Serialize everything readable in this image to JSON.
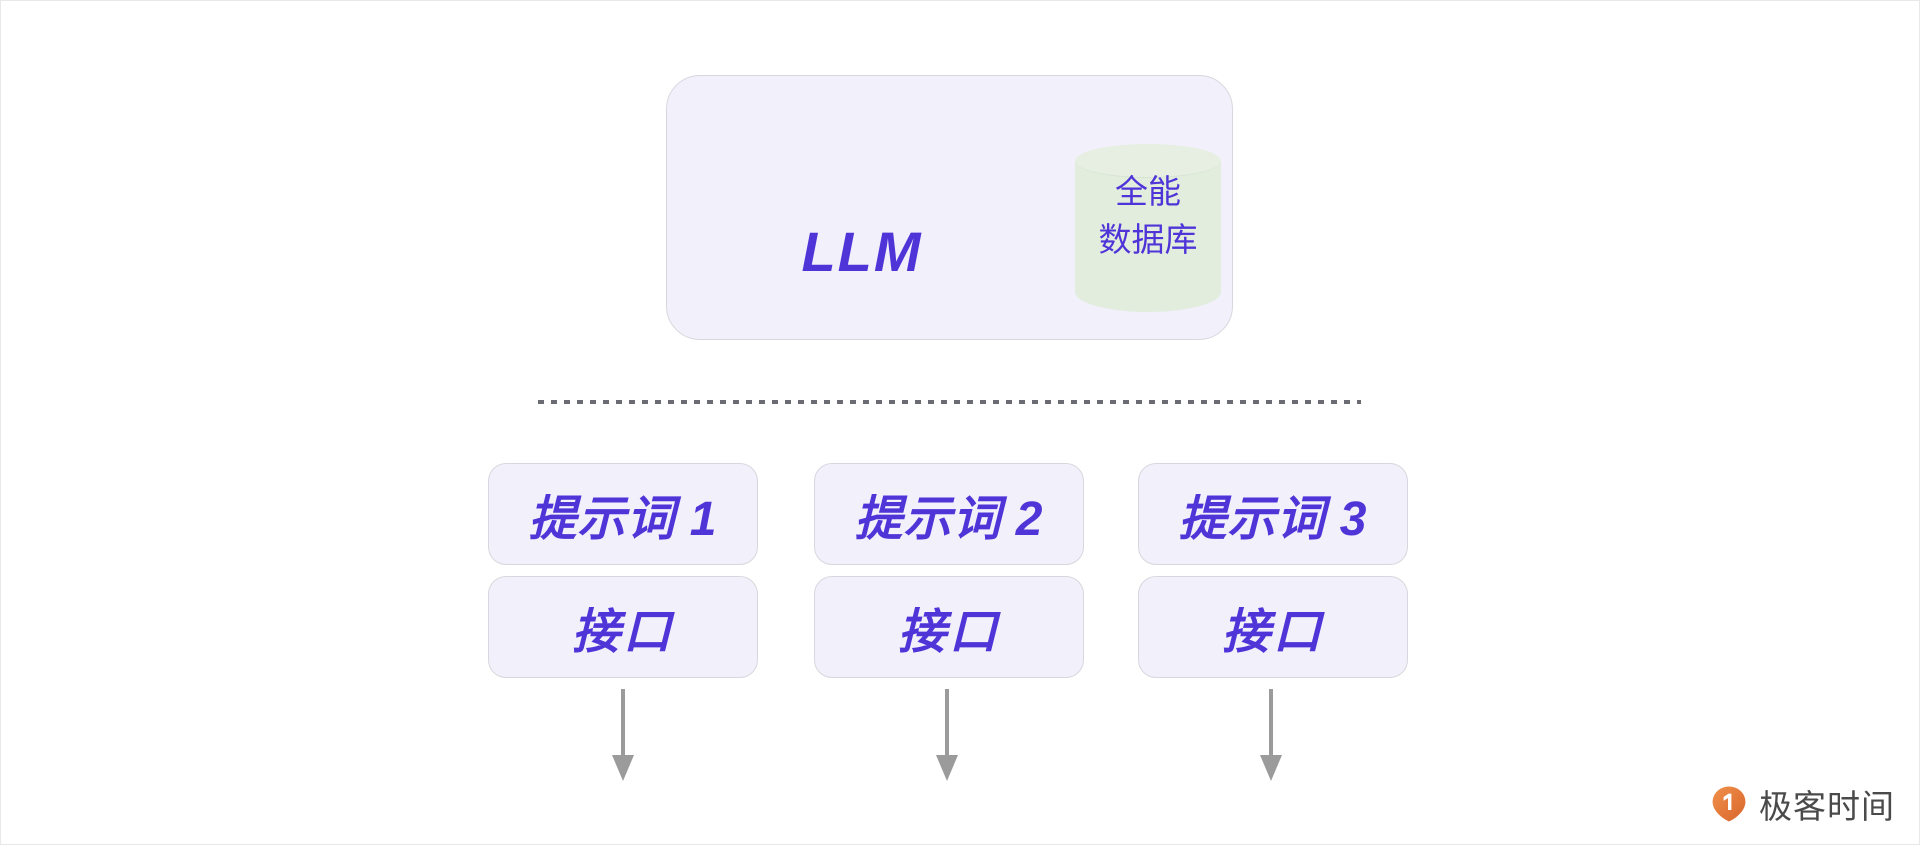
{
  "diagram": {
    "llm": {
      "label": "LLM",
      "database": {
        "line1": "全能",
        "line2": "数据库",
        "icon": "database-cylinder-icon"
      }
    },
    "divider": {
      "style": "dotted"
    },
    "columns": [
      {
        "prompt_label": "提示词 1",
        "api_label": "接口",
        "arrow": "arrow-down-icon"
      },
      {
        "prompt_label": "提示词 2",
        "api_label": "接口",
        "arrow": "arrow-down-icon"
      },
      {
        "prompt_label": "提示词 3",
        "api_label": "接口",
        "arrow": "arrow-down-icon"
      }
    ]
  },
  "brand": {
    "name": "极客时间",
    "icon": "geektime-logo-icon"
  },
  "colors": {
    "accent_purple": "#4f35d8",
    "box_fill": "#f1f0fb",
    "box_border": "#d8d7dd",
    "db_fill": "#e2edde",
    "arrow_gray": "#9b9b9b",
    "divider_gray": "#6b6b73",
    "brand_orange": "#e8753a",
    "page_background": "#ffffff"
  }
}
